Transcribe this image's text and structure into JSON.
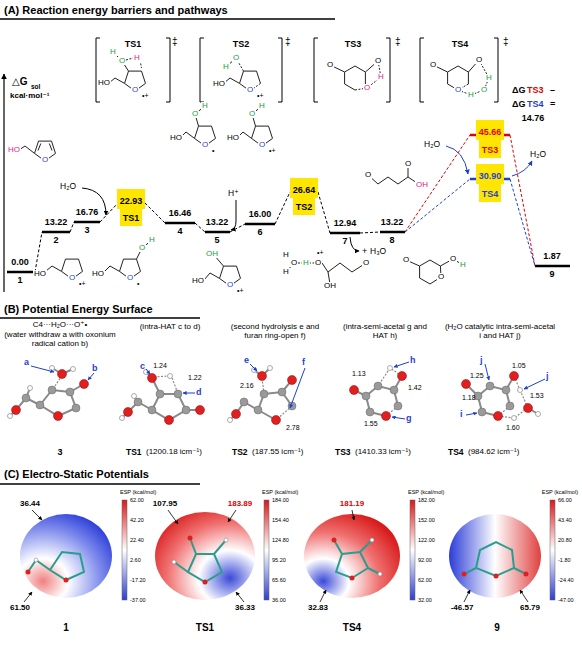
{
  "diagram": {
    "nodes": [
      {
        "text": [
          "22.93"
        ]
      },
      {
        "text": [
          "TS1"
        ]
      },
      {
        "text": [
          "26.64"
        ]
      },
      {
        "text": [
          "TS2"
        ]
      },
      {
        "text": [
          "45.66"
        ]
      },
      {
        "text": [
          "TS3"
        ]
      },
      {
        "text": [
          "30.90"
        ]
      },
      {
        "text": [
          "TS4"
        ]
      }
    ],
    "labels": [
      "(A) Reaction energy barriers and pathways",
      "△G",
      "sol",
      "kcal·mol⁻¹",
      "TS1",
      "‡",
      "TS2",
      "‡",
      "TS3",
      "‡",
      "TS4",
      "‡",
      "H",
      "O",
      "H",
      "HO",
      "O",
      "•+",
      "HO",
      "O",
      "H",
      "O",
      "•+",
      "O",
      "O",
      "H",
      "O",
      "O",
      "O",
      "H",
      "O",
      "H",
      "O",
      "ΔG",
      "TS3",
      "–",
      "ΔG",
      "TS4",
      "=",
      "14.76",
      "0.00",
      "1",
      "13.22",
      "2",
      "16.76",
      "3",
      "16.46",
      "4",
      "13.22",
      "5",
      "16.00",
      "6",
      "12.94",
      "7",
      "13.22",
      "8",
      "1.87",
      "9",
      "H₂O",
      "H⁺",
      "+",
      "H₃O",
      "H₂O",
      "H₂O",
      "HO",
      "O",
      "HO",
      "O",
      "•+",
      "HO",
      "O",
      "•",
      "O",
      "H",
      "O",
      "H",
      "HO",
      "O",
      "•",
      "O",
      "H",
      "HO",
      "O",
      "•+",
      "OH",
      "HO",
      "O",
      "•+",
      "H",
      "O",
      "H",
      "H",
      "O",
      "•+",
      "OH",
      "O",
      "O",
      "O",
      "OH",
      "O",
      "O",
      "O",
      "H",
      "(B) Potential Energy Surface",
      "C4···H₂O···O⁺•",
      "(water withdraw a with oxonium radical cation b)",
      "(intra-HAT c to d)",
      "(second hydrolysis e and furan ring-open f)",
      "(intra-semi-acetal g and HAT h)",
      "(H₂O catalytic intra-semi-acetal i and HAT j)",
      "a",
      "b",
      "c",
      "d",
      "1.24",
      "1.22",
      "e",
      "f",
      "2.16",
      "2.78",
      "1.13",
      "1.42",
      "h",
      "g",
      "1.55",
      "j",
      "1.25",
      "1.05",
      "j",
      "i",
      "1.18",
      "1.53",
      "1.60",
      "3",
      "TS1",
      "(1200.18 icm⁻¹)",
      "TS2",
      "(187.55 icm⁻¹)",
      "TS3",
      "(1410.33 icm⁻¹)",
      "TS4",
      "(984.62 icm⁻¹)",
      "(C) Electro-Static Potentials",
      "ESP (kcal/mol)",
      "62.00",
      "42.20",
      "22.40",
      "2.60",
      "-17.20",
      "-37.00",
      "36.44",
      "61.50",
      "1",
      "ESP (kcal/mol)",
      "184.00",
      "154.40",
      "124.80",
      "95.20",
      "65.60",
      "36.00",
      "107.95",
      "183.89",
      "36.33",
      "TS1",
      "ESP (kcal/mol)",
      "182.00",
      "152.00",
      "122.00",
      "92.00",
      "62.00",
      "32.00",
      "181.19",
      "32.83",
      "TS4",
      "ESP (kcal/mol)",
      "66.00",
      "43.40",
      "20.80",
      "-1.80",
      "-24.40",
      "-47.00",
      "-46.57",
      "65.79",
      "9"
    ]
  }
}
